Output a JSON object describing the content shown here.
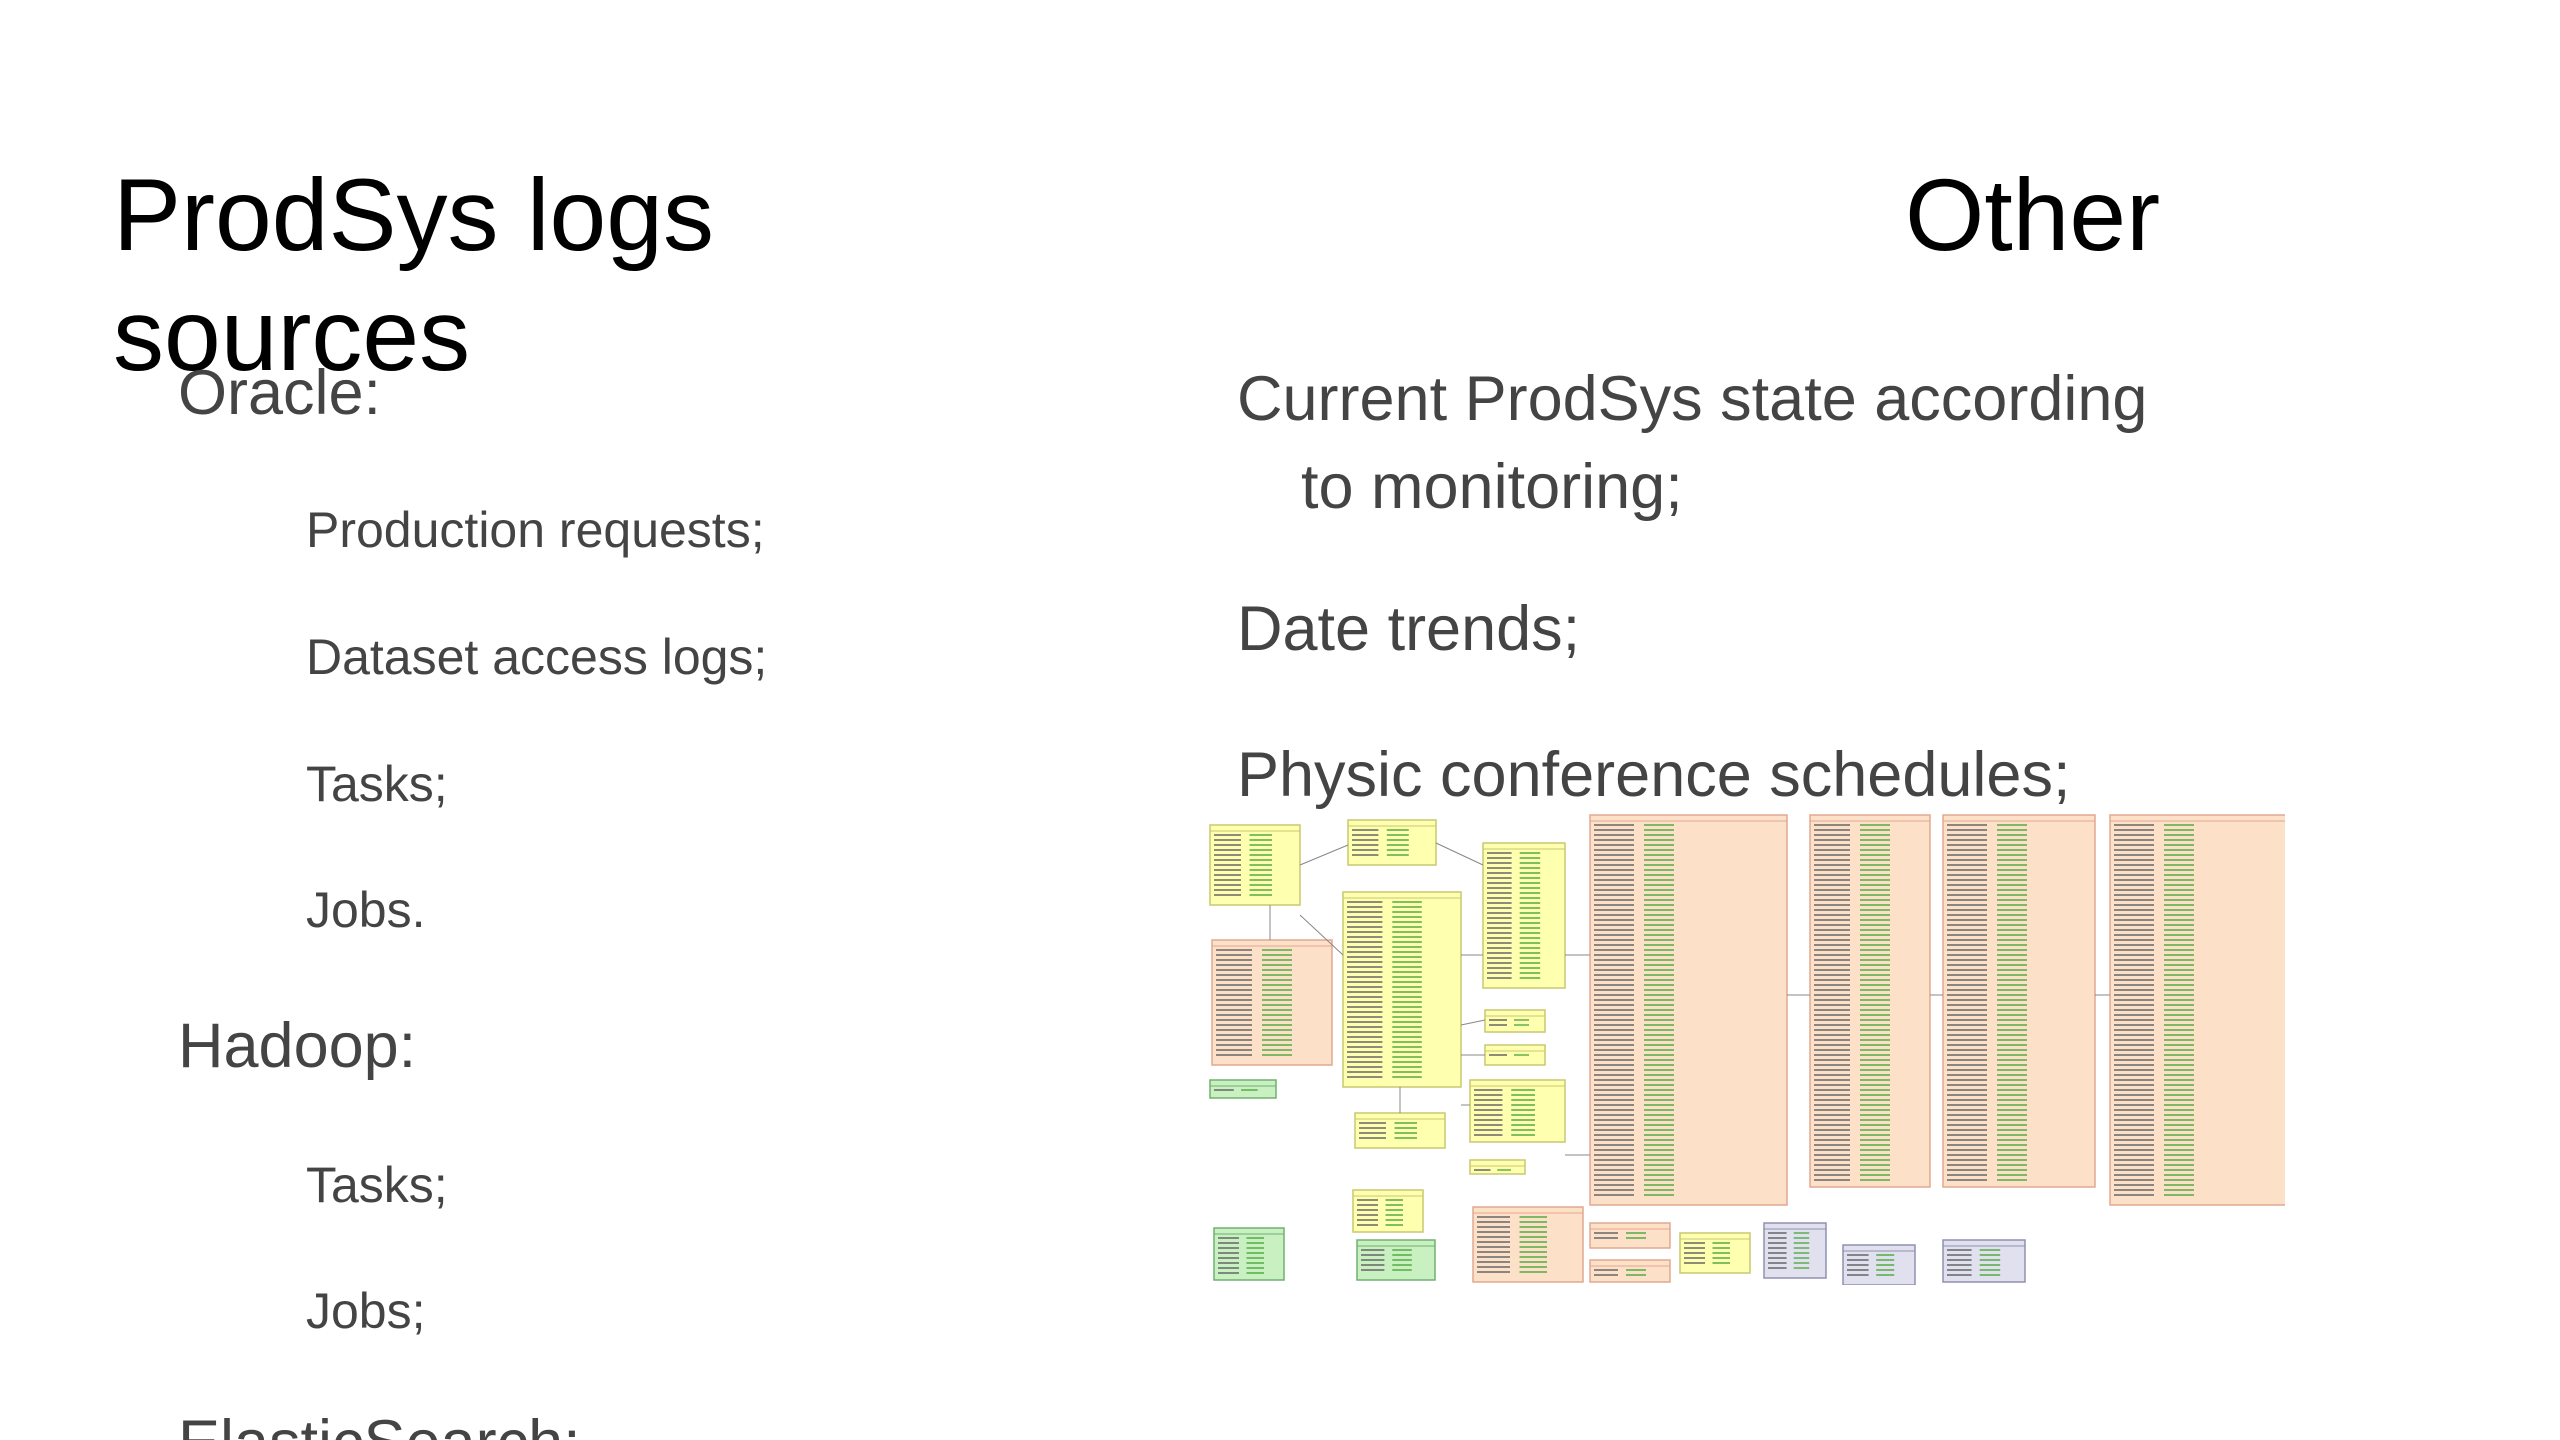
{
  "left_column": {
    "title": "ProdSys logs sources",
    "sections": [
      {
        "heading": "Oracle:",
        "items": [
          "Production requests;",
          "Dataset access logs;",
          "Tasks;",
          "Jobs."
        ]
      },
      {
        "heading": "Hadoop:",
        "items": [
          "Tasks;",
          "Jobs;"
        ]
      },
      {
        "heading": "ElasticSearch:",
        "items": []
      }
    ]
  },
  "right_column": {
    "title": "Other",
    "items": [
      "Current ProdSys state according to monitoring;",
      "Date trends;",
      "Physic conference schedules;"
    ]
  },
  "schema_diagram": {
    "colors": {
      "yellow": "#ffffb0",
      "peach": "#fde0c8",
      "green": "#c8f0c0",
      "lavender": "#e0e0ee",
      "border_yellow": "#c8c870",
      "border_peach": "#e0a890",
      "border_green": "#70b070",
      "border_lavender": "#9090b0",
      "text_green": "#55aa44",
      "text_dark": "#666666",
      "connector": "#888888"
    }
  }
}
